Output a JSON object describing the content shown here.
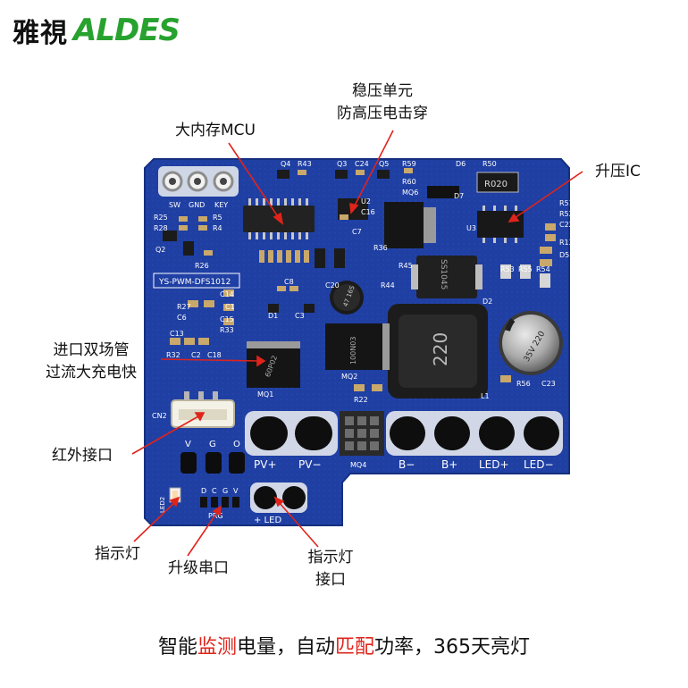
{
  "brand": {
    "cn": "雅視",
    "en": "ALDES",
    "color": "#27a22f"
  },
  "callouts": {
    "regulator_line1": "稳压单元",
    "regulator_line2": "防高压电击穿",
    "mcu": "大内存MCU",
    "boost_ic": "升压IC",
    "mosfet_line1": "进口双场管",
    "mosfet_line2": "过流大充电快",
    "ir_port": "红外接口",
    "indicator_light": "指示灯",
    "upgrade_serial": "升级串口",
    "indicator_port_line1": "指示灯",
    "indicator_port_line2": "接口"
  },
  "board": {
    "color": "#1f3fa3",
    "model": "YS-PWM-DFS1012",
    "header_labels": [
      "SW",
      "GND",
      "KEY"
    ],
    "ir_labels": [
      "V",
      "G",
      "O"
    ],
    "ir_connector": "CN2",
    "pad_labels": [
      "PV+",
      "PV−",
      "B−",
      "B+",
      "LED+",
      "LED−"
    ],
    "mq4_label": "MQ4",
    "prog_pins": [
      "D",
      "C",
      "G",
      "V"
    ],
    "prog_label": "PRG",
    "led_label": "+  LED",
    "led_side_label": "LED2",
    "resistor_r020": "R020",
    "inductor_value": "220",
    "capacitor_top": "35V 220",
    "cap_small": "47 16S",
    "diode_ss": "SS1045",
    "mq1_text": "60P02",
    "mq2_text": "100N03",
    "silk": [
      "Q4",
      "R43",
      "Q3",
      "C24",
      "Q5",
      "R59",
      "D6",
      "R50",
      "R60",
      "MQ6",
      "U2",
      "C16",
      "R25",
      "R28",
      "R5",
      "R4",
      "Q2",
      "R26",
      "D7",
      "U3",
      "R51",
      "R52",
      "C22",
      "R13",
      "D5",
      "R53",
      "R55",
      "R54",
      "R27",
      "C6",
      "C14",
      "C1",
      "C15",
      "R33",
      "C13",
      "R32",
      "C2",
      "C18",
      "C8",
      "C3",
      "D1",
      "MQ1",
      "MQ2",
      "R22",
      "R56",
      "C23",
      "L1",
      "D2",
      "C20",
      "C7",
      "R44",
      "R45",
      "R36"
    ]
  },
  "footer": {
    "part1": "智能",
    "highlight1": "监测",
    "part2": "电量，自动",
    "highlight2": "匹配",
    "part3": "功率，365天亮灯",
    "highlight_color": "#e0241b"
  }
}
